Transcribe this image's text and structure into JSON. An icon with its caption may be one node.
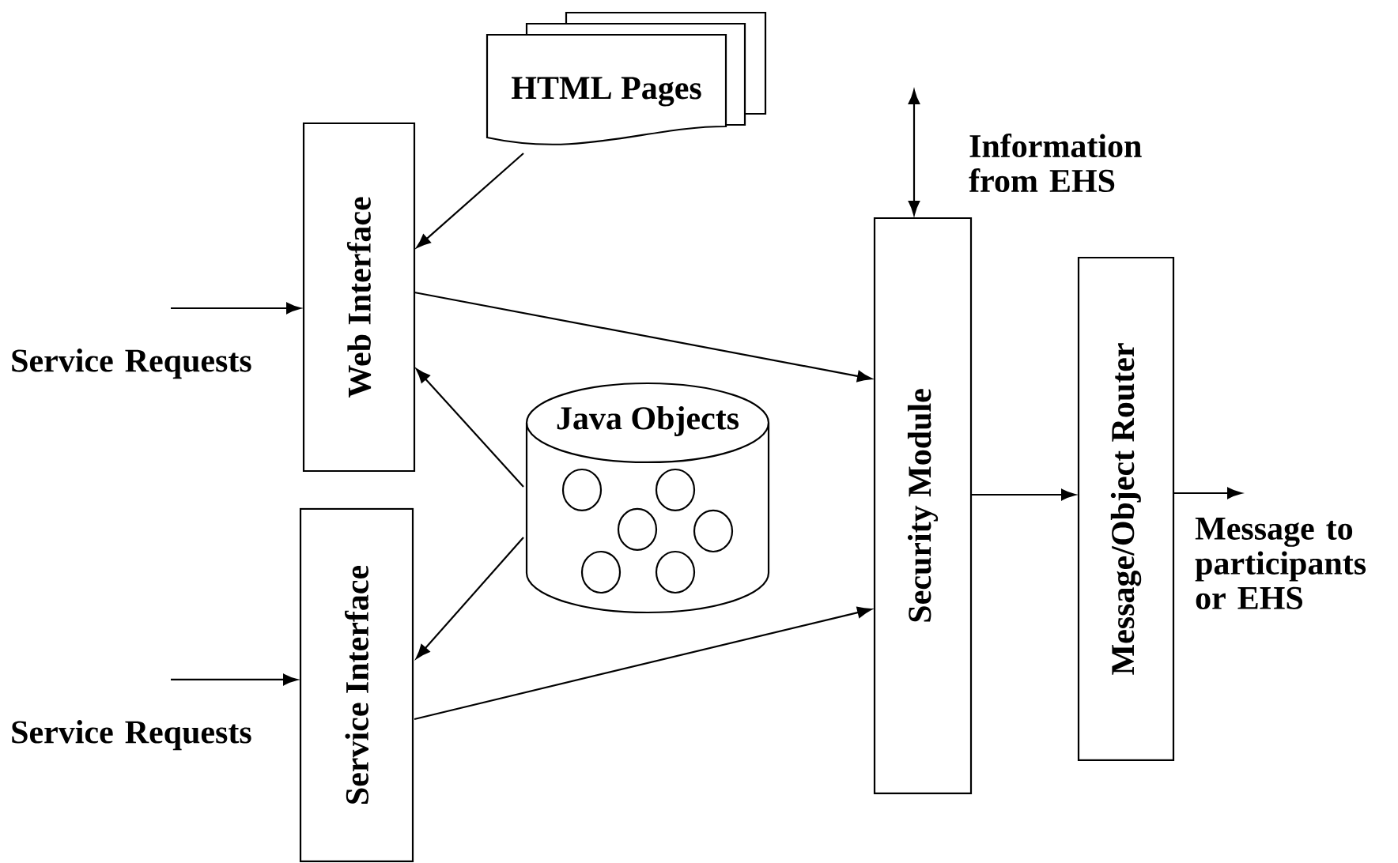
{
  "diagram": {
    "nodes": [
      {
        "text": [
          "HTML Pages"
        ]
      },
      {
        "text": [
          "Web Interface"
        ]
      },
      {
        "text": [
          "Service Interface"
        ]
      },
      {
        "text": [
          "Java Objects"
        ]
      },
      {
        "text": [
          "Security Module"
        ]
      },
      {
        "text": [
          "Message/Object  Router"
        ]
      },
      {
        "text": [
          "Message to participants or EHS"
        ]
      }
    ],
    "edges": [
      {
        "from": 0,
        "to": 1,
        "arrow": "to"
      },
      {
        "from": 1,
        "to": 4,
        "arrow": "to"
      },
      {
        "from": 3,
        "to": 1,
        "arrow": "to"
      },
      {
        "from": 3,
        "to": 2,
        "arrow": "to"
      },
      {
        "from": 2,
        "to": 4,
        "arrow": "to"
      },
      {
        "from": 4,
        "to": 5,
        "arrow": "to"
      },
      {
        "from": null,
        "to": 1,
        "arrow": "to"
      },
      {
        "from": null,
        "to": 2,
        "arrow": "to"
      },
      {
        "from": null,
        "to": 4,
        "arrow": "both"
      },
      {
        "from": 5,
        "to": 6,
        "arrow": "to"
      }
    ],
    "labels": [
      "Information from EHS",
      "Service Requests",
      "Service Requests"
    ]
  }
}
